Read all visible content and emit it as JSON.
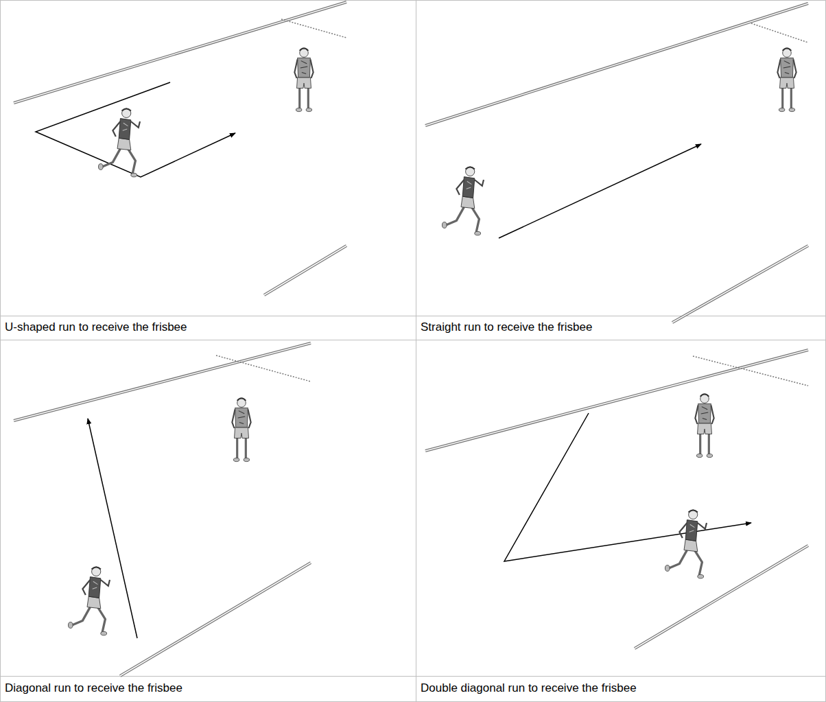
{
  "diagram": {
    "labels": [
      "U-shaped run to receive the frisbee",
      "Straight run to receive the frisbee",
      "Diagonal run to receive the frisbee",
      "Double diagonal run to receive the frisbee"
    ]
  }
}
